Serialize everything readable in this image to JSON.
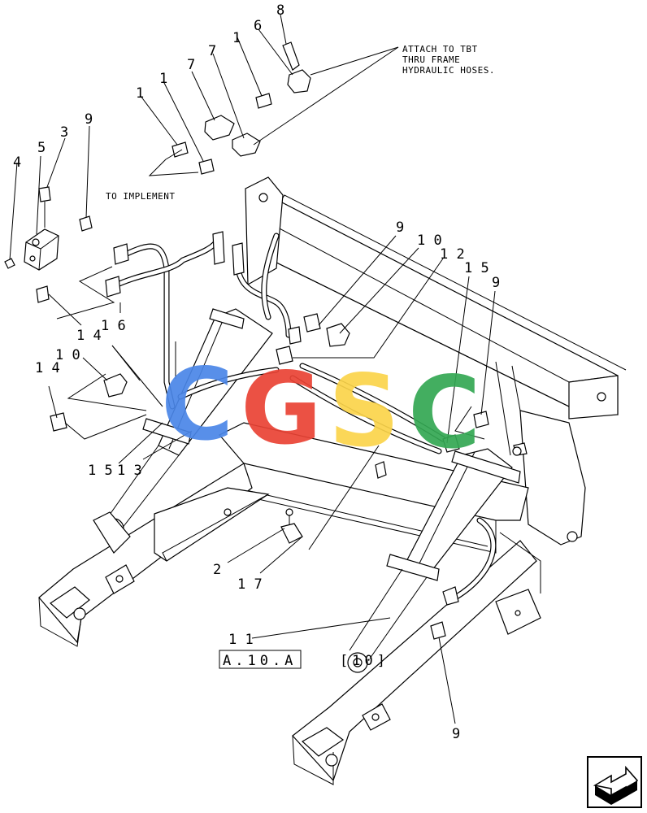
{
  "notes": {
    "attach_line1": "ATTACH TO TBT",
    "attach_line2": "THRU FRAME",
    "attach_line3": "HYDRAULIC HOSES.",
    "to_implement": "TO IMPLEMENT"
  },
  "reference": {
    "label": "A.10.A",
    "sub": "[10]"
  },
  "watermark": {
    "letters": [
      "C",
      "G",
      "S",
      "C"
    ],
    "colors": [
      "#4a86e8",
      "#ea4335",
      "#fbd44a",
      "#34a853"
    ]
  },
  "callouts": {
    "c4": "4",
    "c5": "5",
    "c3": "3",
    "c9a": "9",
    "c1a": "1",
    "c1b": "1",
    "c7a": "7",
    "c7b": "7",
    "c1c": "1",
    "c6": "6",
    "c8": "8",
    "c14a": "1 4",
    "c10a": "1 0",
    "c16": "1 6",
    "c14b": "1 4",
    "c9b": "9",
    "c10b": "1 0",
    "c12": "1 2",
    "c15a": "1 5",
    "c9c": "9",
    "c15b": "1 5",
    "c13": "1 3",
    "c2": "2",
    "c17": "1 7",
    "c11": "1 1",
    "c9d": "9"
  },
  "icons": {
    "nav": "next-page-arrow-icon"
  }
}
